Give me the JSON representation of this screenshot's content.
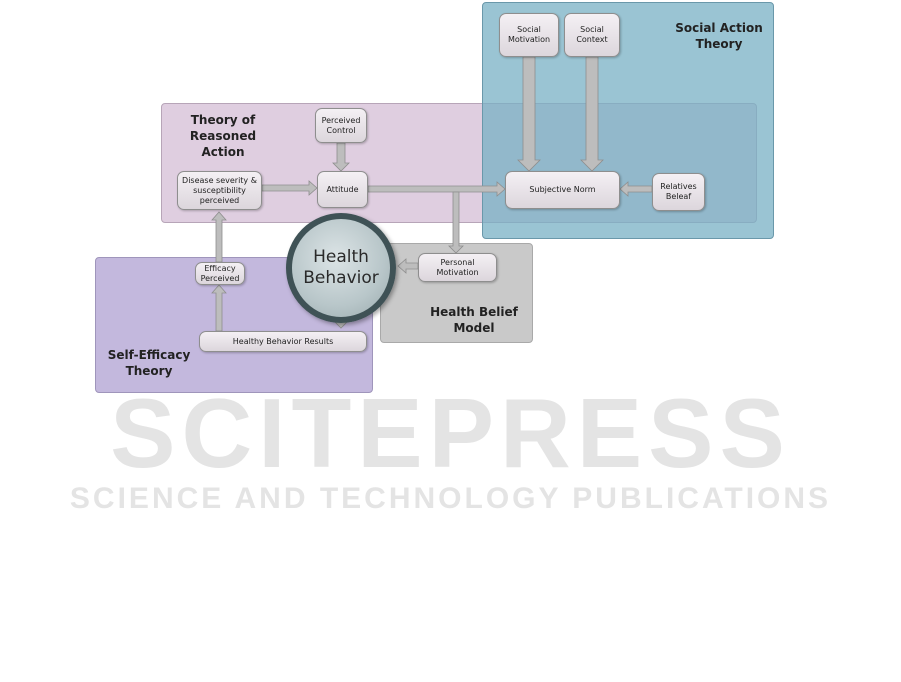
{
  "watermark": {
    "main": "SCITEPRESS",
    "sub": "SCIENCE AND TECHNOLOGY PUBLICATIONS"
  },
  "panels": {
    "social_action": "Social Action\nTheory",
    "reasoned_action": "Theory of\nReasoned\nAction",
    "health_belief": "Health Belief\nModel",
    "self_efficacy": "Self-Efficacy\nTheory"
  },
  "nodes": {
    "social_motivation": "Social\nMotivation",
    "social_context": "Social\nContext",
    "perceived_control": "Perceived\nControl",
    "disease_severity": "Disease severity &\nsusceptibility\nperceived",
    "attitude": "Attitude",
    "subjective_norm": "Subjective Norm",
    "relatives_beleaf": "Relatives\nBeleaf",
    "personal_motivation": "Personal\nMotivation",
    "efficacy_perceived": "Efficacy\nPerceived",
    "healthy_behavior_results": "Healthy Behavior Results"
  },
  "center": {
    "label": "Health\nBehavior"
  },
  "colors": {
    "social_action_panel": "#8fbccb",
    "reasoned_action_panel": "#dcc8dc",
    "health_belief_panel": "#c8c8c8",
    "self_efficacy_panel": "#c2b6dc",
    "connector": "#b9b9b9",
    "circle_border": "#3f5256"
  }
}
